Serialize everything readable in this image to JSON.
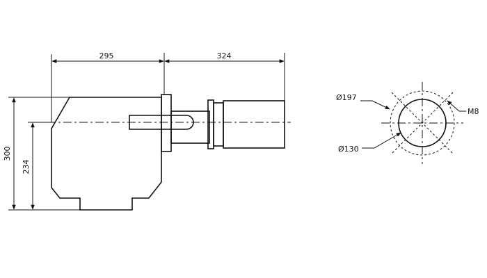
{
  "side_view": {
    "dim_top_left": "295",
    "dim_top_right": "324",
    "dim_height_total": "300",
    "dim_height_partial": "234"
  },
  "flange_view": {
    "outer_diameter": "Ø197",
    "inner_diameter": "Ø130",
    "bolt_size": "M8"
  }
}
